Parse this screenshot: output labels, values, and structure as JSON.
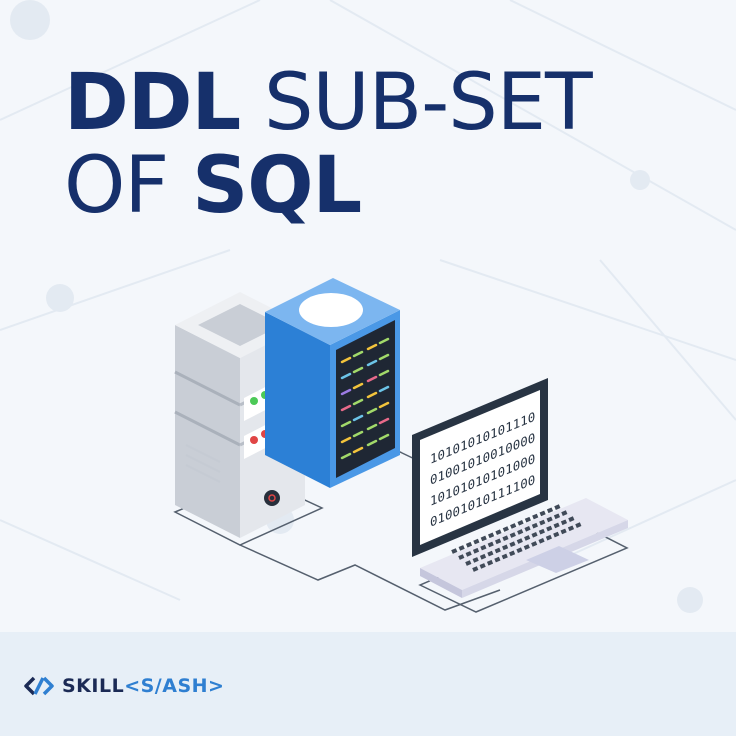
{
  "title": {
    "line1_bold": "DDL",
    "line1_regular": "SUB-SET",
    "line2_regular": "OF",
    "line2_bold": "SQL"
  },
  "laptop_screen_lines": [
    "10101010101110",
    "01001010010000",
    "10101010101000",
    "01001010111100"
  ],
  "brand": {
    "part1": "SKILL",
    "part2": "<S/ASH>"
  },
  "colors": {
    "title": "#16306b",
    "accent": "#2f7fd1",
    "server_blue": "#2c80d6",
    "footer_bg": "#e7eff7"
  }
}
